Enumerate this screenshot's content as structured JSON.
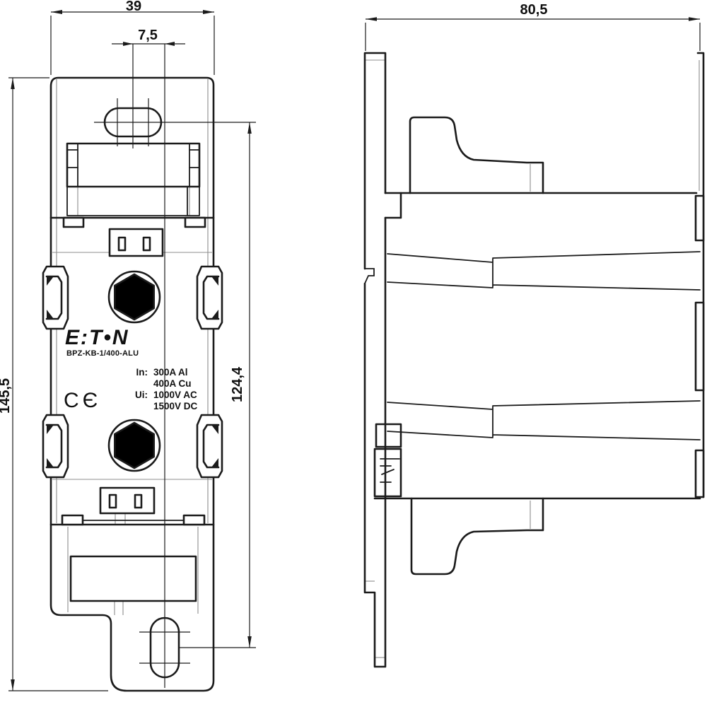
{
  "product": {
    "brand_logo": "E:T•N",
    "model": "BPZ-KB-1/400-ALU",
    "ratings": {
      "in_label": "In:",
      "in_value_1": "300A Al",
      "in_value_2": "400A Cu",
      "ui_label": "Ui:",
      "ui_value_1": "1000V AC",
      "ui_value_2": "1500V DC"
    },
    "ce_mark": "CЄ"
  },
  "dimensions_mm": {
    "front_width": "39",
    "slot_center_offset": "7,5",
    "overall_height": "145,5",
    "slot_center_distance": "124,4",
    "depth": "80,5"
  },
  "colors": {
    "line": "#1b1b1b",
    "light_line": "#8d8d8d",
    "background": "#ffffff"
  }
}
